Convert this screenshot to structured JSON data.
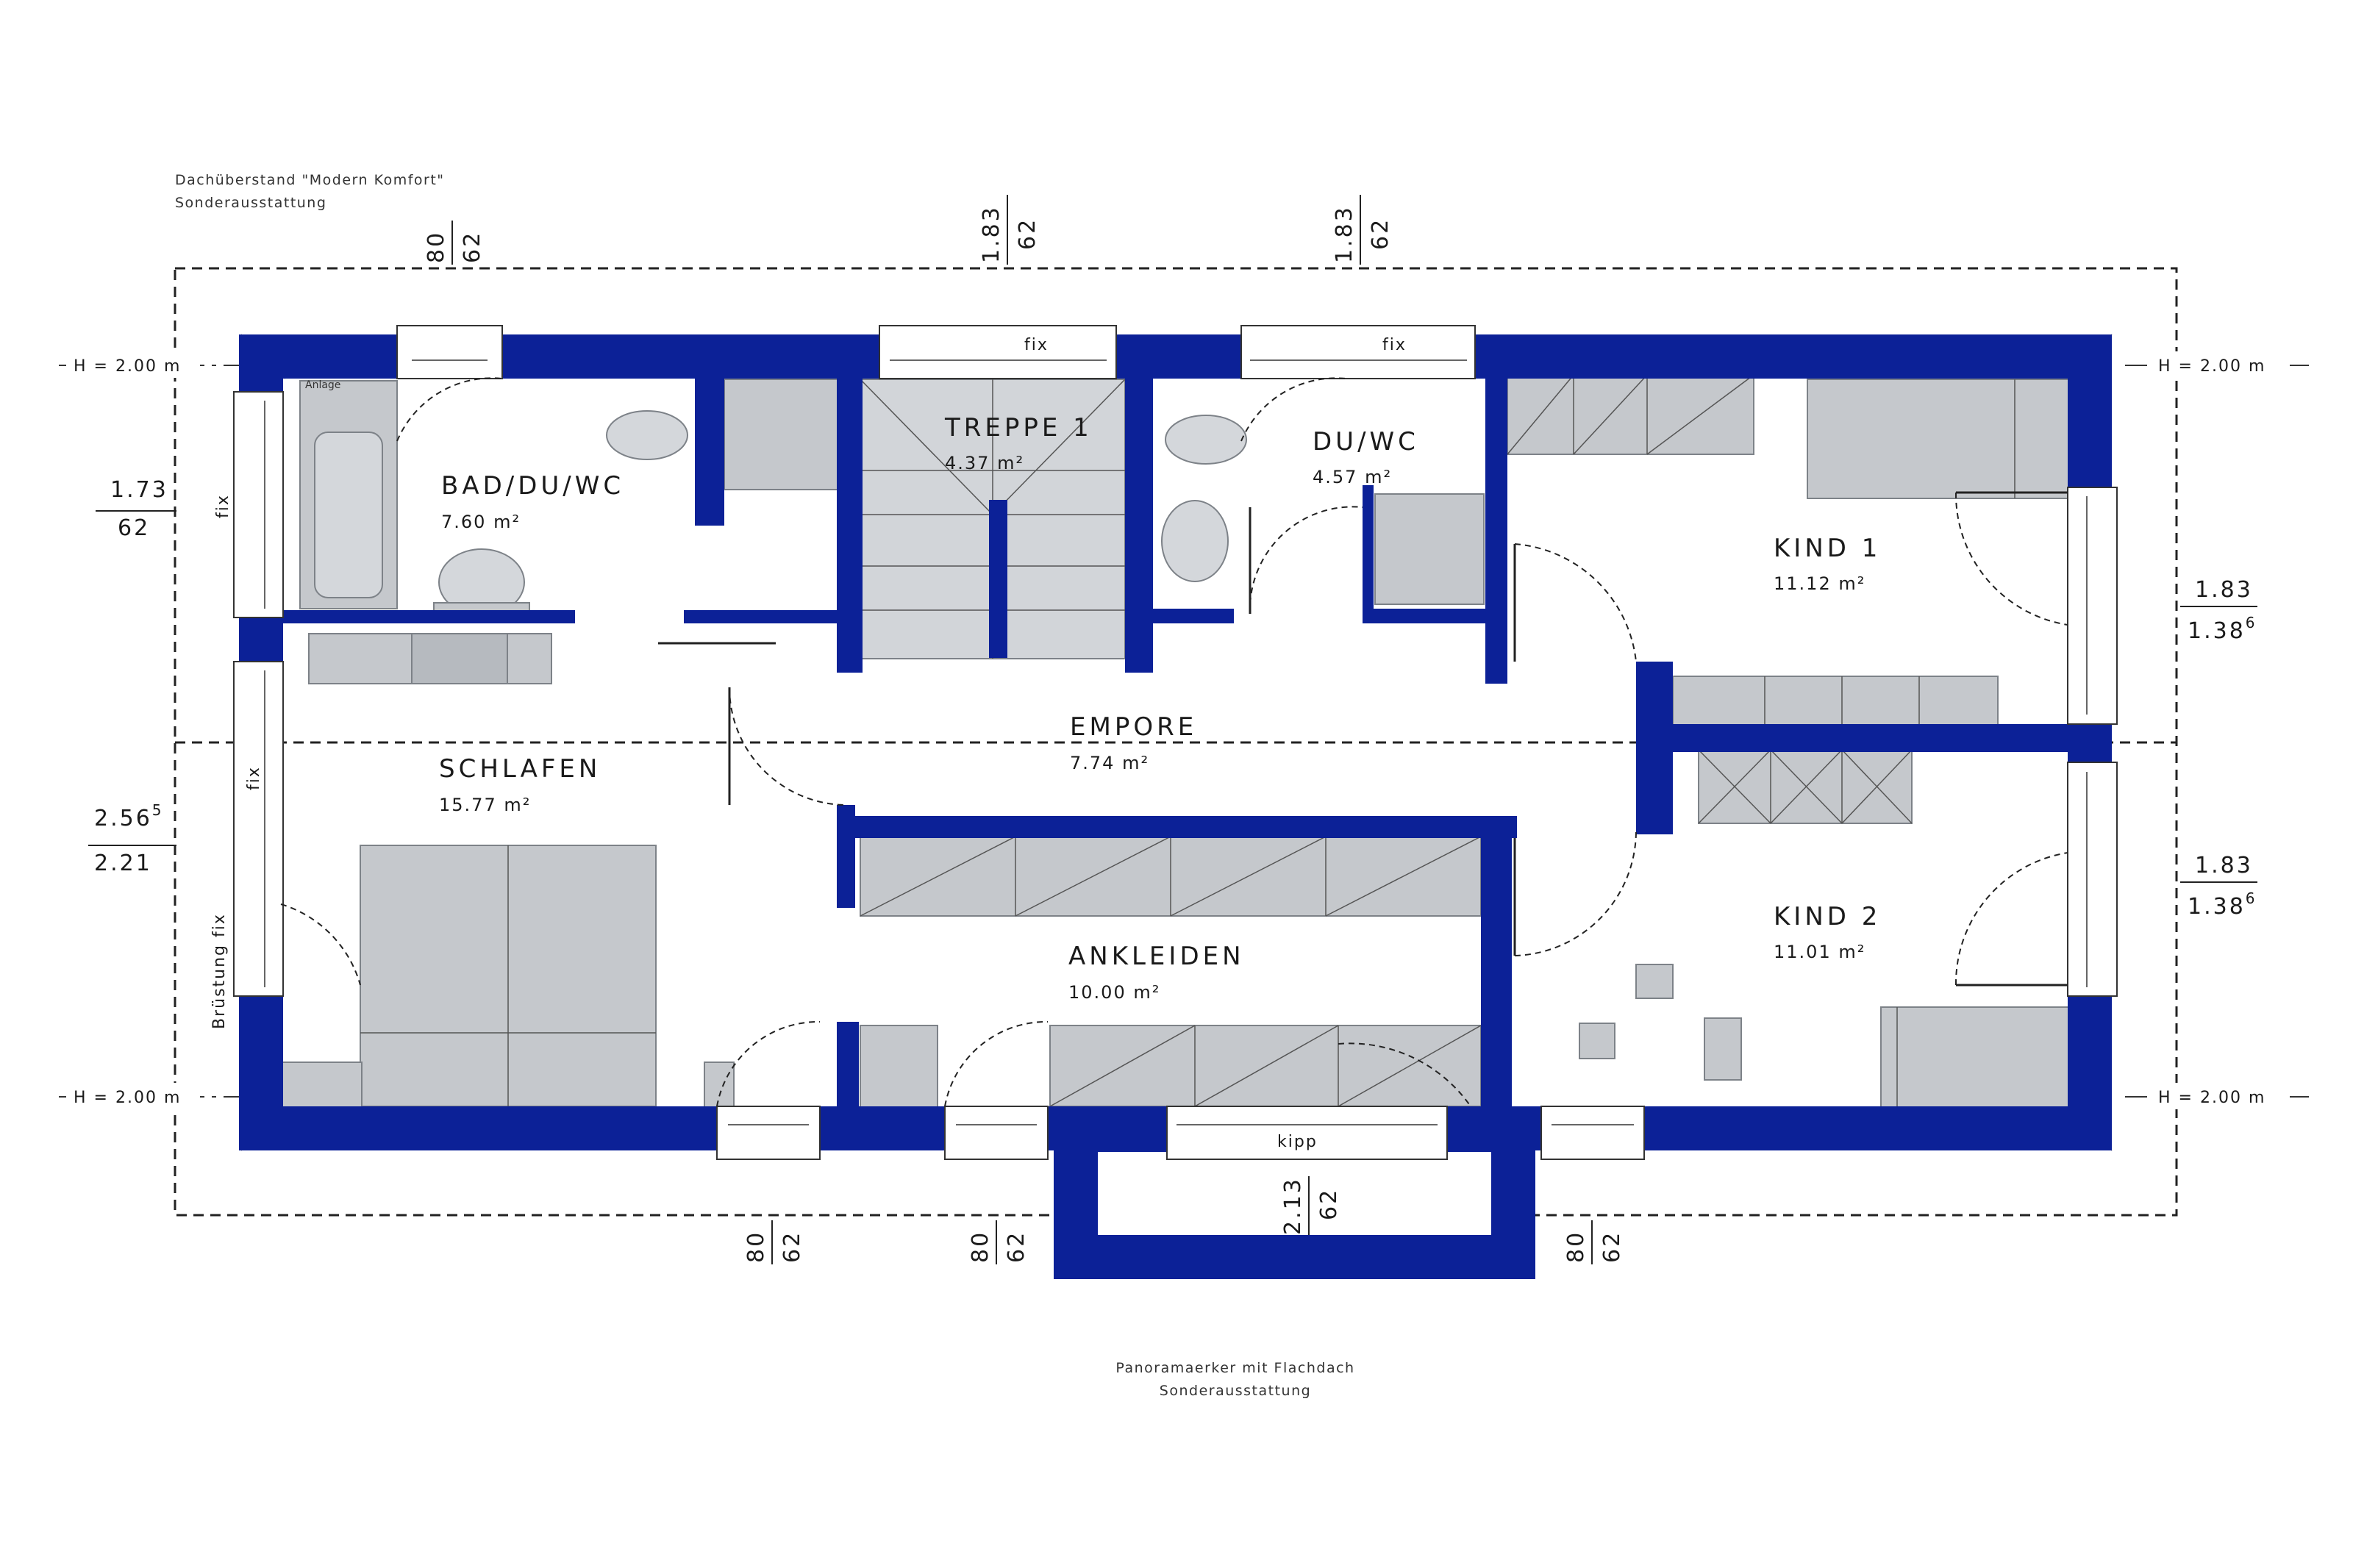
{
  "notes": {
    "roof_overhang_line1": "Dachüberstand \"Modern Komfort\"",
    "roof_overhang_line2": "Sonderausstattung",
    "bay_line1": "Panoramaerker mit Flachdach",
    "bay_line2": "Sonderausstattung"
  },
  "rooms": {
    "bad": {
      "name": "BAD/DU/WC",
      "area": "7.60 m²"
    },
    "treppe": {
      "name": "TREPPE 1",
      "area": "4.37 m²"
    },
    "duwc": {
      "name": "DU/WC",
      "area": "4.57 m²"
    },
    "kind1": {
      "name": "KIND 1",
      "area": "11.12 m²"
    },
    "empore": {
      "name": "EMPORE",
      "area": "7.74 m²"
    },
    "schlafen": {
      "name": "SCHLAFEN",
      "area": "15.77 m²"
    },
    "ankleiden": {
      "name": "ANKLEIDEN",
      "area": "10.00 m²"
    },
    "kind2": {
      "name": "KIND 2",
      "area": "11.01 m²"
    }
  },
  "labels": {
    "fix": "fix",
    "kipp": "kipp",
    "bruestung_fix": "Brüstung fix",
    "anlage": "Anlage",
    "height": "H = 2.00 m"
  },
  "dims": {
    "top1_a": "80",
    "top1_b": "62",
    "top2_a": "1.83",
    "top2_b": "62",
    "top3_a": "1.83",
    "top3_b": "62",
    "left1_a": "1.73",
    "left1_b": "62",
    "left2_a": "2.56",
    "left2_a_sup": "5",
    "left2_b": "2.21",
    "right1_a": "1.83",
    "right1_b": "1.38",
    "right1_b_sup": "6",
    "right2_a": "1.83",
    "right2_b": "1.38",
    "right2_b_sup": "6",
    "bot1_a": "80",
    "bot1_b": "62",
    "bot2_a": "80",
    "bot2_b": "62",
    "bay_a": "2.13",
    "bay_b": "62",
    "bot3_a": "80",
    "bot3_b": "62"
  },
  "colors": {
    "wall": "#0c2197",
    "furniture": "#c5c8cc",
    "furniture_stroke": "#7d8288",
    "dash": "#222222"
  }
}
